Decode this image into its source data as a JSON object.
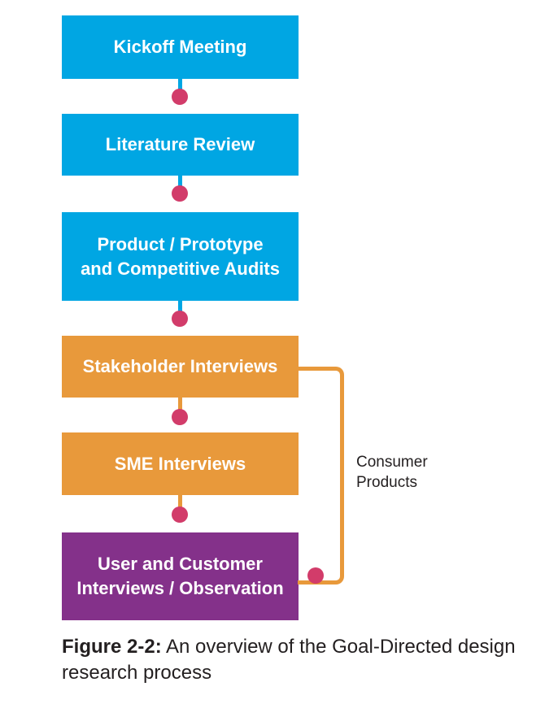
{
  "colors": {
    "blue": "#00A6E3",
    "orange": "#E8993B",
    "purple": "#84318A",
    "connector_dot": "#D23C6A",
    "text_dark": "#231f20"
  },
  "steps": [
    {
      "label": "Kickoff Meeting"
    },
    {
      "label": "Literature Review"
    },
    {
      "label": "Product / Prototype\nand Competitive Audits"
    },
    {
      "label": "Stakeholder Interviews"
    },
    {
      "label": "SME Interviews"
    },
    {
      "label": "User and Customer\nInterviews / Observation"
    }
  ],
  "bracket": {
    "label": "Consumer\nProducts"
  },
  "caption": {
    "prefix": "Figure 2-2:",
    "text": " An overview of the Goal-Directed design research process"
  }
}
